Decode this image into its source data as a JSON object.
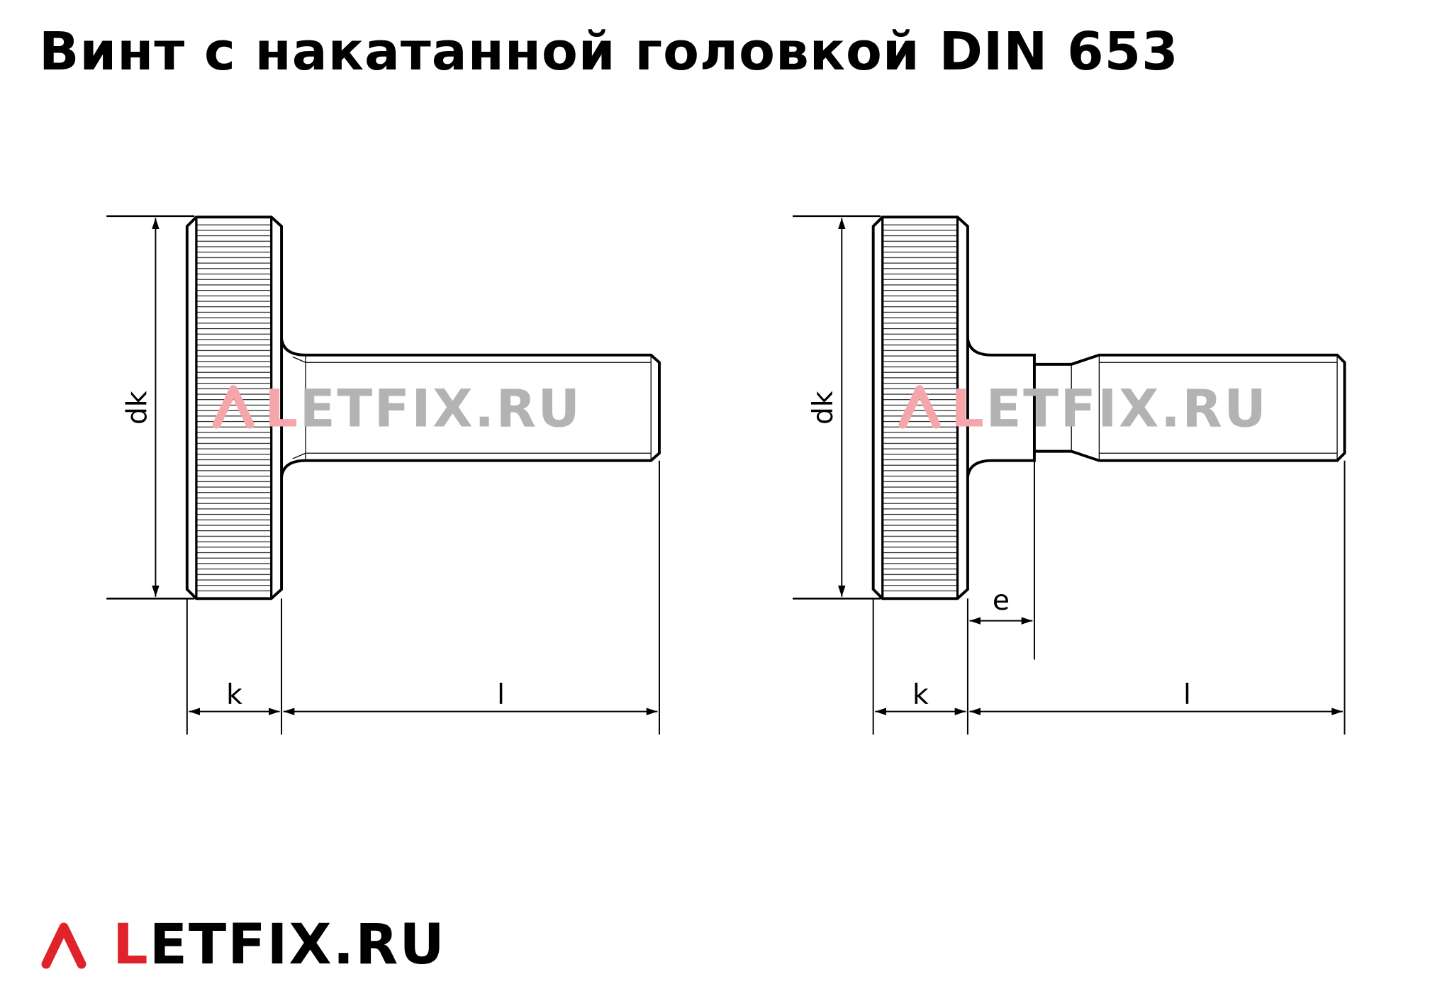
{
  "title": "Винт с накатанной головкой DIN 653",
  "drawings": [
    {
      "variant": "standard",
      "labels": {
        "diameter": "dk",
        "head_height": "k",
        "length": "l"
      }
    },
    {
      "variant": "with-neck",
      "labels": {
        "diameter": "dk",
        "head_height": "k",
        "length": "l",
        "neck": "e"
      }
    }
  ],
  "watermark": {
    "prefix": "L",
    "rest": "ETFIX.RU",
    "color_red": "#f4a6ab",
    "color_gray": "#b3b3b3"
  },
  "logo": {
    "prefix": "L",
    "rest": "ETFIX.RU",
    "accent_color": "#e0232b"
  }
}
